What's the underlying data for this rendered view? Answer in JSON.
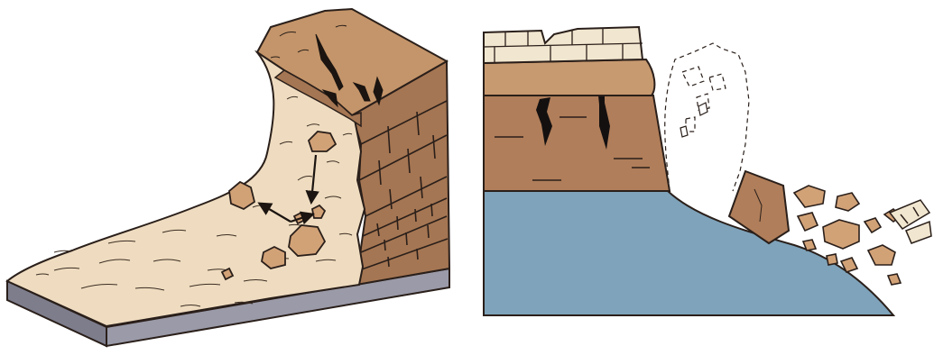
{
  "figure": {
    "panels": [
      {
        "id": "left",
        "kind": "block-diagram",
        "subject": "rockfall-talus-slope"
      },
      {
        "id": "right",
        "kind": "cross-section",
        "subject": "cliff-collapse-with-rockfall"
      }
    ],
    "colors": {
      "outline": "#2a1f1a",
      "cliff_top": "#c4956a",
      "cliff_face": "#a57653",
      "cliff_face_dark": "#8e6241",
      "talus": "#efdcc0",
      "boulder": "#d2a277",
      "base_side": "#9a9aa8",
      "base_top": "#c9cad4",
      "cap_rock": "#f1e6cf",
      "upper_layer": "#c89a70",
      "main_layer": "#b07e5a",
      "water": "#7ea3ba"
    }
  }
}
